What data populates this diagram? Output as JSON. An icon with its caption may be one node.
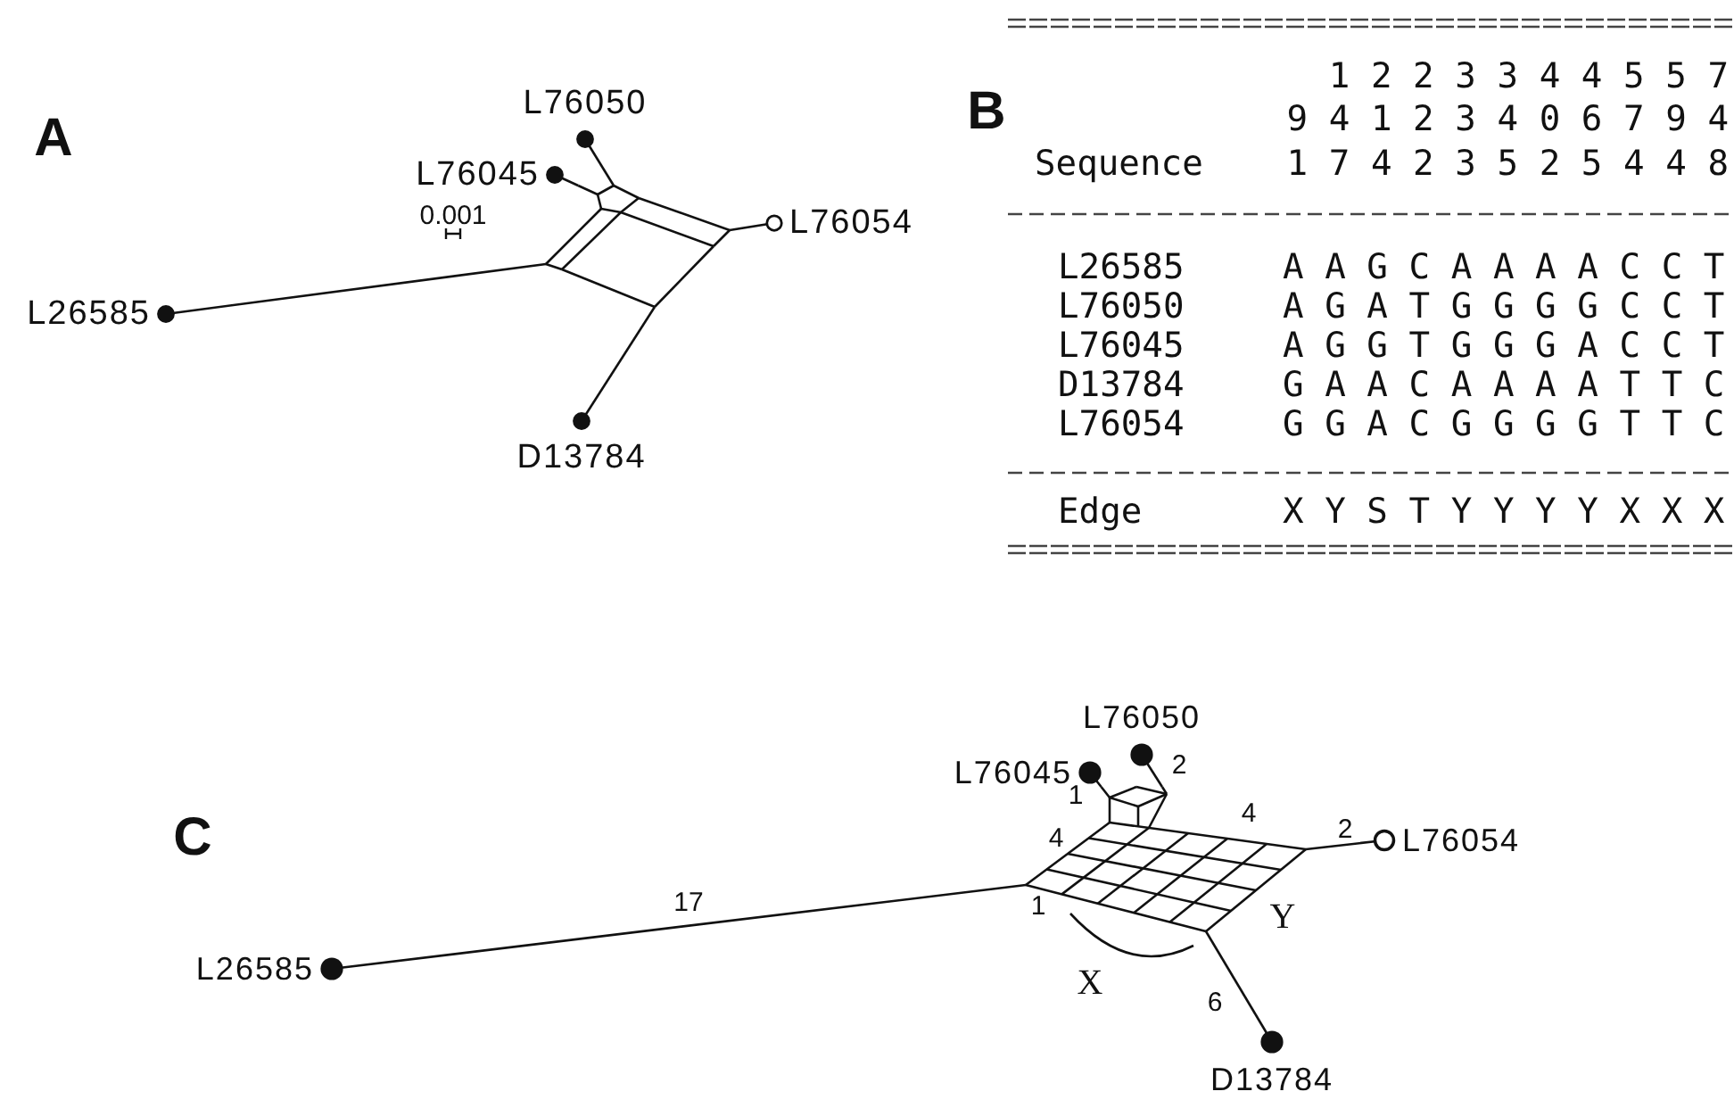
{
  "diagram": {
    "nodes": [
      {
        "text": [],
        "shape": "network"
      },
      {
        "text": [
          "L76050"
        ]
      },
      {
        "text": [
          "L76045"
        ]
      },
      {
        "text": [
          "L76054"
        ]
      },
      {
        "text": [
          "L26585"
        ]
      },
      {
        "text": [
          "D13784"
        ]
      },
      {
        "text": [],
        "shape": "network"
      },
      {
        "text": [
          "L76045"
        ]
      },
      {
        "text": [
          "L76050"
        ]
      },
      {
        "text": [
          "L76054"
        ]
      },
      {
        "text": [
          "L26585"
        ]
      },
      {
        "text": [
          "D13784"
        ]
      }
    ],
    "edges": [
      {
        "from": 0,
        "to": 1,
        "arrow": "other"
      },
      {
        "from": 0,
        "to": 2,
        "arrow": "other"
      },
      {
        "from": 0,
        "to": 3,
        "arrow": "other"
      },
      {
        "from": 0,
        "to": 4,
        "arrow": "other"
      },
      {
        "from": 0,
        "to": 5,
        "arrow": "other"
      },
      {
        "from": 6,
        "to": 7,
        "arrow": "other",
        "label": "1"
      },
      {
        "from": 6,
        "to": 8,
        "arrow": "other",
        "label": "2"
      },
      {
        "from": 6,
        "to": 9,
        "arrow": "other",
        "label": "2"
      },
      {
        "from": 6,
        "to": 10,
        "arrow": "other",
        "label": "17"
      },
      {
        "from": 6,
        "to": 11,
        "arrow": "other",
        "label": "6"
      }
    ],
    "labels": [
      "A",
      "0.001",
      "B",
      "1 2 2 3 3 4 4 5 5 7",
      "9 4 1 2 3 4 0 6 7 9 4",
      "Sequence",
      "1 7 4 2 3 5 2 5 4 4 8",
      "L26585",
      "A A G C A A A A C C T",
      "L76050",
      "A G A T G G G G C C T",
      "L76045",
      "A G G T G G G A C C T",
      "D13784",
      "G A A C A A A A T T C",
      "L76054",
      "G G A C G G G G T T C",
      "Edge",
      "X Y S T Y Y Y Y X X X",
      "C",
      "4",
      "4",
      "1",
      "Y",
      "X"
    ]
  }
}
